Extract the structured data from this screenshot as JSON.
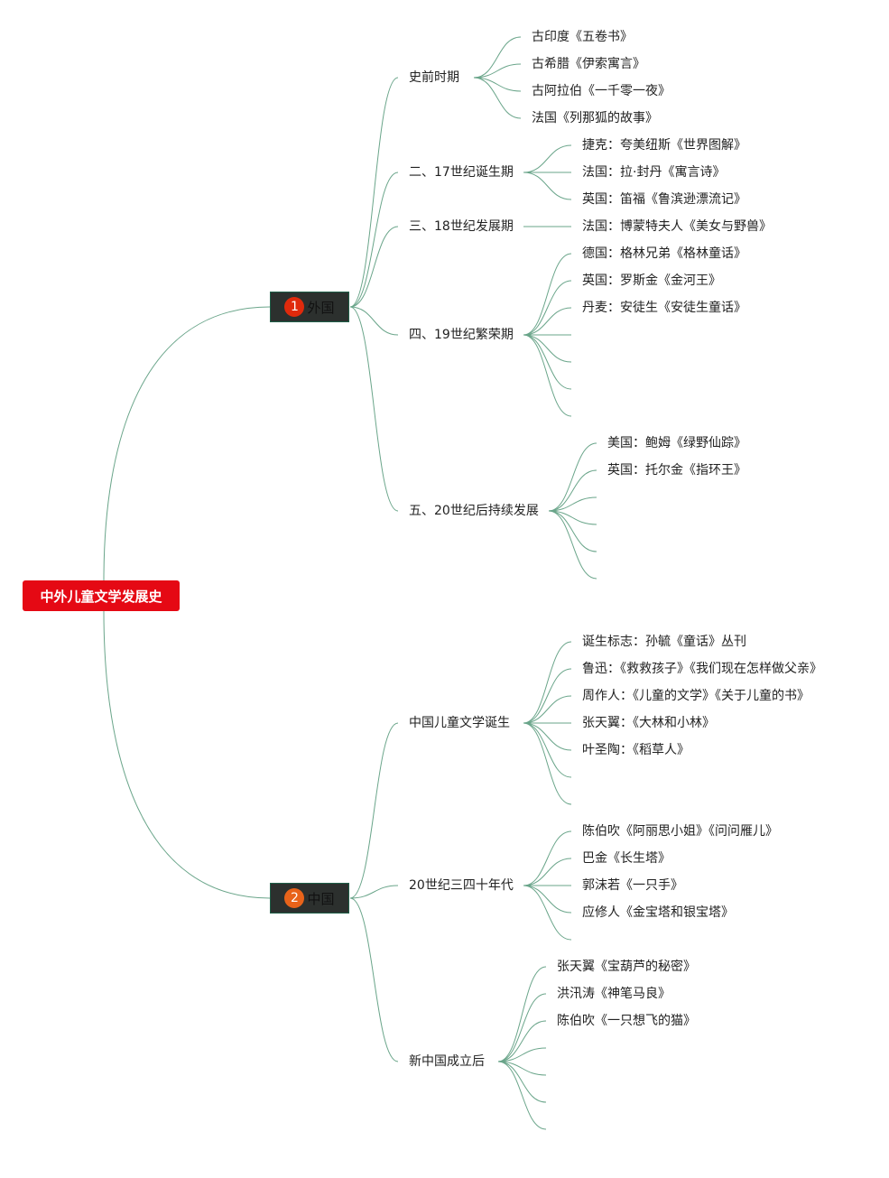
{
  "root": {
    "label": "中外儿童文学发展史",
    "color": "#e50914"
  },
  "branches": [
    {
      "index": "1",
      "label": "外国",
      "badge_color": "#e02a0c",
      "topics": [
        {
          "label": "史前时期",
          "leaves": [
            "古印度《五卷书》",
            "古希腊《伊索寓言》",
            "古阿拉伯《一千零一夜》",
            "法国《列那狐的故事》"
          ],
          "empty_leaves": 0
        },
        {
          "label": "二、17世纪诞生期",
          "leaves": [
            "捷克：夸美纽斯《世界图解》",
            "法国：拉·封丹《寓言诗》",
            "英国：笛福《鲁滨逊漂流记》"
          ],
          "empty_leaves": 0
        },
        {
          "label": "三、18世纪发展期",
          "leaves": [
            "法国：博蒙特夫人《美女与野兽》"
          ],
          "empty_leaves": 0
        },
        {
          "label": "四、19世纪繁荣期",
          "leaves": [
            "德国：格林兄弟《格林童话》",
            "英国：罗斯金《金河王》",
            "丹麦：安徒生《安徒生童话》"
          ],
          "empty_leaves": 4
        },
        {
          "label": "五、20世纪后持续发展",
          "leaves": [
            "美国：鲍姆《绿野仙踪》",
            "英国：托尔金《指环王》"
          ],
          "empty_leaves": 4
        }
      ]
    },
    {
      "index": "2",
      "label": "中国",
      "badge_color": "#e8631a",
      "topics": [
        {
          "label": "中国儿童文学诞生",
          "leaves": [
            "诞生标志：孙毓《童话》丛刊",
            "鲁迅：《救救孩子》《我们现在怎样做父亲》",
            "周作人：《儿童的文学》《关于儿童的书》",
            "张天翼：《大林和小林》",
            "叶圣陶：《稻草人》"
          ],
          "empty_leaves": 2
        },
        {
          "label": "20世纪三四十年代",
          "leaves": [
            "陈伯吹《阿丽思小姐》《问问雁儿》",
            "巴金《长生塔》",
            "郭沫若《一只手》",
            "应修人《金宝塔和银宝塔》"
          ],
          "empty_leaves": 1
        },
        {
          "label": "新中国成立后",
          "leaves": [
            "张天翼《宝葫芦的秘密》",
            "洪汛涛《神笔马良》",
            "陈伯吹《一只想飞的猫》"
          ],
          "empty_leaves": 4
        }
      ]
    }
  ],
  "link_color": "#6aa58a"
}
